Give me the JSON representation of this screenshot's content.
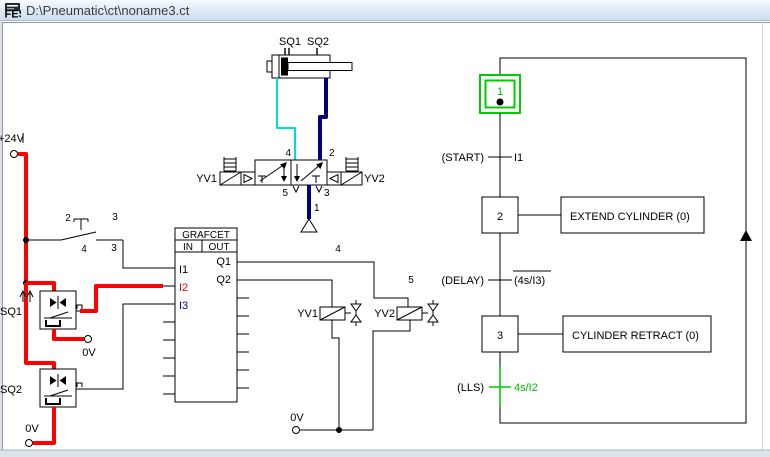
{
  "window": {
    "title": "D:\\Pneumatic\\ct\\noname3.ct",
    "logo_text": "FESTO"
  },
  "colors": {
    "wire_hot": "#FF0000",
    "wire_pressure": "#000080",
    "wire_pilot": "#00DCDC",
    "sfc_active": "#00CC00"
  },
  "cylinder": {
    "sensor_left": "SQ1",
    "sensor_right": "SQ2"
  },
  "valve": {
    "coil_left": "YV1",
    "coil_right": "YV2",
    "port_4": "4",
    "port_2": "2",
    "port_5": "5",
    "port_1": "1",
    "port_3": "3"
  },
  "circuit": {
    "supply": "+24V",
    "switch": {
      "top_left": "2",
      "top_right": "3",
      "bottom_left": "4",
      "bottom_right": "3"
    },
    "sq1": {
      "label": "SQ1",
      "ground": "0V"
    },
    "sq2": {
      "label": "SQ2",
      "ground": "0V"
    },
    "plc": {
      "title": "GRAFCET",
      "in": "IN",
      "out": "OUT",
      "i1": "I1",
      "i2": "I2",
      "i3": "I3",
      "q1": "Q1",
      "q2": "Q2"
    },
    "coil1": {
      "label": "YV1"
    },
    "coil2": {
      "label": "YV2"
    },
    "net4": "4",
    "net5": "5",
    "ground": "0V"
  },
  "sfc": {
    "step1": "1",
    "step2": "2",
    "step3": "3",
    "t1": {
      "name": "(START)",
      "cond": "I1"
    },
    "t2": {
      "name": "(DELAY)",
      "cond": "(4s/I3)"
    },
    "t3": {
      "name": "(LLS)",
      "cond": "4s/I2"
    },
    "action2": "EXTEND CYLINDER (0)",
    "action3": "CYLINDER RETRACT (0)"
  }
}
